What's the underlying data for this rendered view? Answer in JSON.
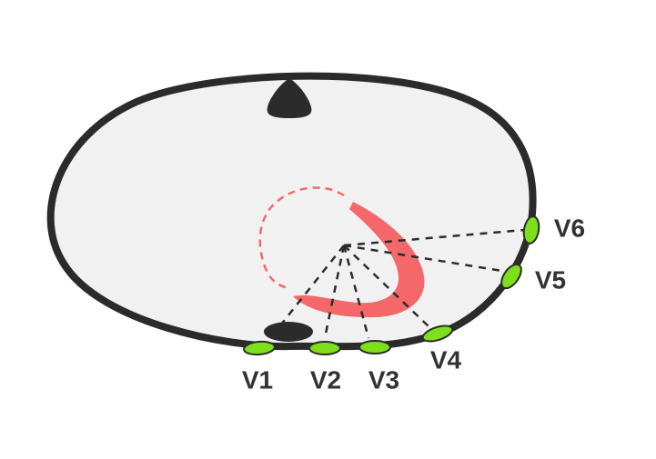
{
  "colors": {
    "torso_fill": "#f1f1f1",
    "outline": "#2b2b2b",
    "heart_muscle": "#f4686a",
    "heart_outline": "#f4686a",
    "electrode": "#7ee01a",
    "electrode_stroke": "#2b2b2b",
    "lead_line": "#2b2b2b",
    "label": "#333333"
  },
  "icons": {
    "spine": "vertebra-shape",
    "sternum": "sternum-shape"
  },
  "electrodes": [
    {
      "label": "V1"
    },
    {
      "label": "V2"
    },
    {
      "label": "V3"
    },
    {
      "label": "V4"
    },
    {
      "label": "V5"
    },
    {
      "label": "V6"
    }
  ]
}
